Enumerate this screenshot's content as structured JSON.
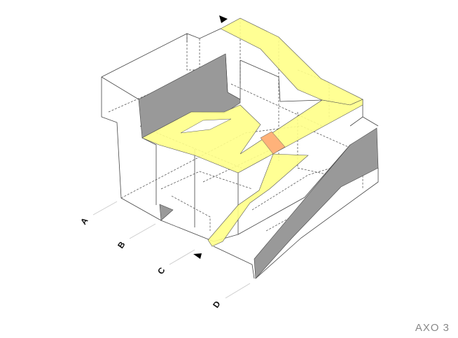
{
  "title": "AXO 3",
  "section_labels": [
    "A",
    "B",
    "C",
    "D"
  ],
  "colors": {
    "path": "#ffff88",
    "intersection": "#ffb27a",
    "shadow_wall": "#999999",
    "line": "#333333"
  }
}
